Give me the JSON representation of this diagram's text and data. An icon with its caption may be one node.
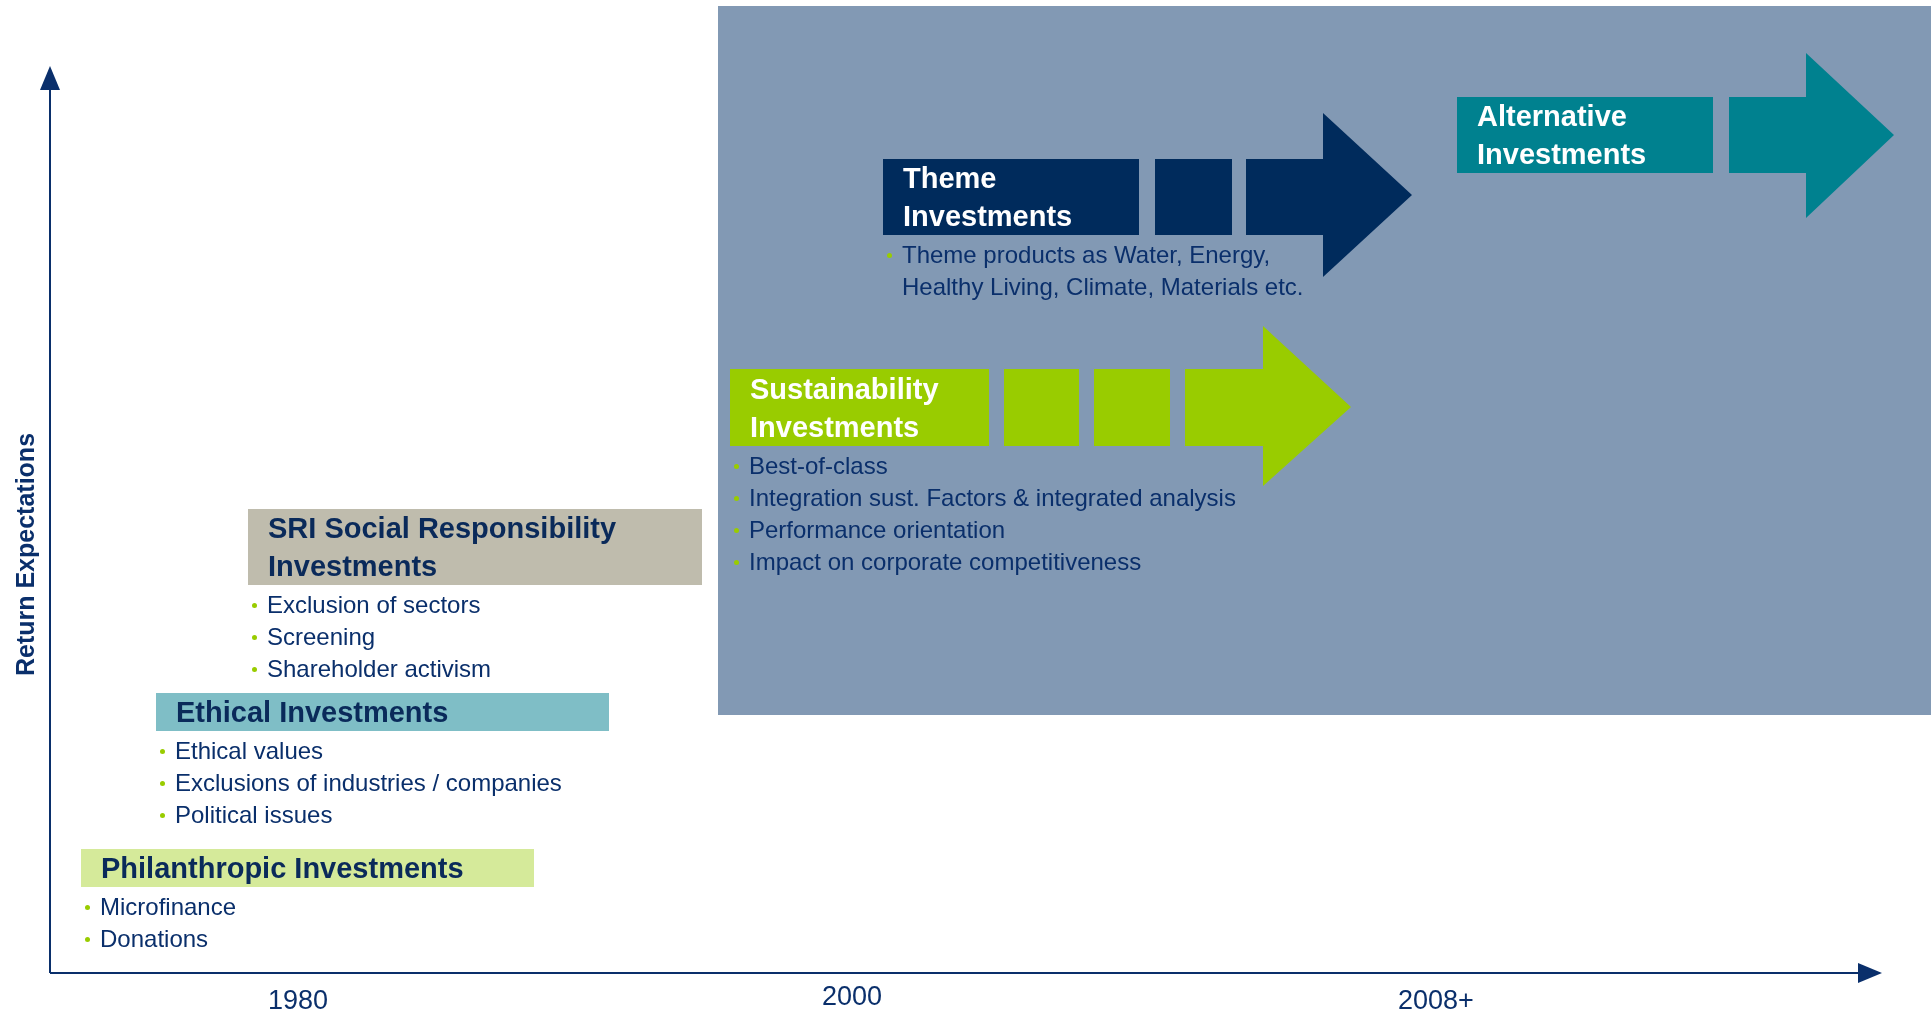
{
  "diagram": {
    "nodes": [
      {
        "text": [
          "Philanthropic Investments"
        ],
        "beside": [
          "Microfinance",
          "Donations"
        ]
      },
      {
        "text": [
          "Ethical Investments"
        ],
        "beside": [
          "Ethical values",
          "Exclusions of industries / companies",
          "Political issues"
        ]
      },
      {
        "text": [
          "SRI Social Responsibility Investments"
        ],
        "beside": [
          "Exclusion of sectors",
          "Screening",
          "Shareholder activism"
        ]
      },
      {
        "text": [
          "Sustainability Investments"
        ],
        "beside": [
          "Best-of-class",
          "Integration sust. Factors & integrated analysis",
          "Performance orientation",
          "Impact on corporate competitiveness"
        ]
      },
      {
        "text": [
          "Theme Investments"
        ],
        "beside": [
          "Theme products as Water, Energy, Healthy Living, Climate, Materials etc."
        ]
      },
      {
        "text": [
          "Alternative Investments"
        ]
      }
    ],
    "edges": [],
    "labels": [
      "Return Expectations",
      "1980",
      "2000",
      "2008+"
    ]
  }
}
